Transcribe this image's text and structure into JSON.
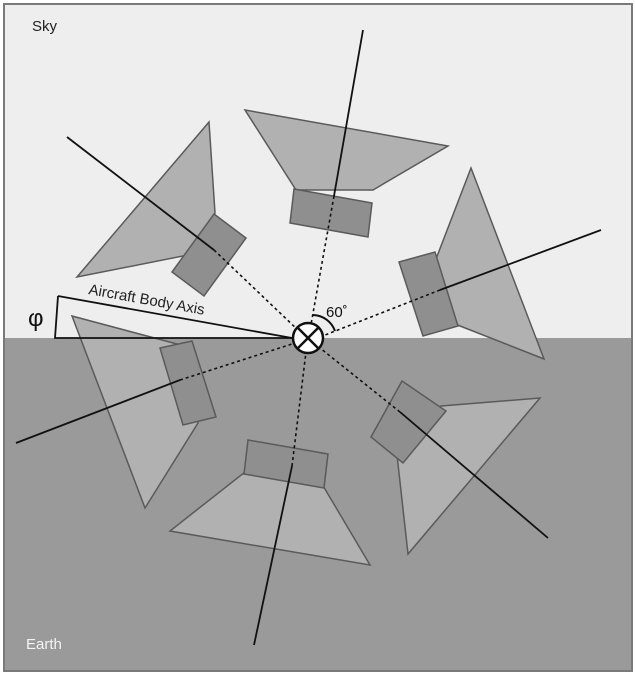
{
  "labels": {
    "sky": "Sky",
    "earth": "Earth",
    "body_axis": "Aircraft Body Axis",
    "phi": "φ",
    "angle": "60˚"
  },
  "colors": {
    "sky": "#eeeeee",
    "earth": "#9a9a9a",
    "frame": "#7a7a7a",
    "horn": "#b1b1b1",
    "feed": "#8f8f8f",
    "outline": "#5a5a5a",
    "axis": "#111111",
    "center_fill": "#ffffff"
  },
  "icons": {
    "center": "circle-x-icon"
  }
}
